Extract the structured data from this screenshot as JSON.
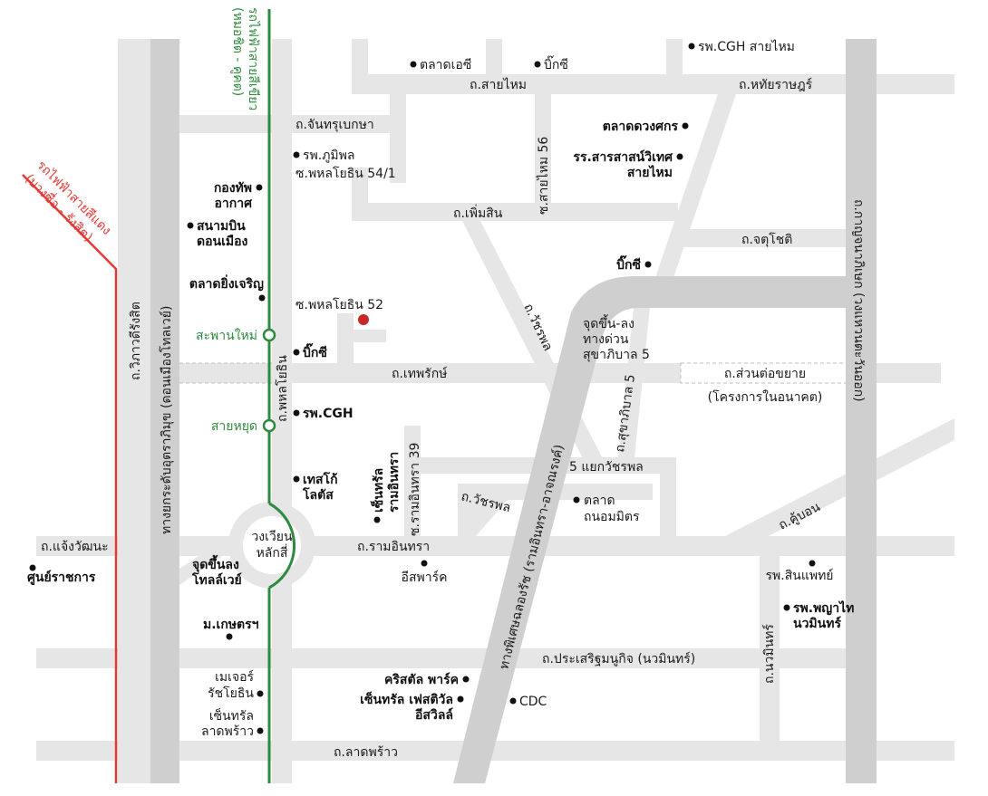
{
  "colors": {
    "road": "#e6e6e6",
    "expressway": "#cfcfcf",
    "green_line": "#2e8b3e",
    "red_line": "#e53935",
    "destination": "#c62828"
  },
  "transit": {
    "green_line_label": "รถไฟฟ้าสายสีเขียว",
    "green_line_sub": "(หมอชิต - คูคต)",
    "red_line_label": "รถไฟฟ้าสายสีแดง",
    "red_line_sub": "(บางซื่อ - รังสิต)",
    "station_saphan_mai": "สะพานใหม่",
    "station_sai_yut": "สายหยุด"
  },
  "roads": {
    "sai_mai": "ถ.สายไหม",
    "hathai_rat": "ถ.หทัยราษฎร์",
    "chan_subeksa": "ถ.จันทรุเบกษา",
    "phaholyothin_54_1": "ซ.พหลโยธิน 54/1",
    "phoem_sin": "ถ.เพิ่มสิน",
    "soi_sai_mai_56": "ซ.สายไหม 56",
    "chatuchot": "ถ.จตุโชติ",
    "phaholyothin_52": "ซ.พหลโยธิน 52",
    "watcharaphon": "ถ.วัชรพล",
    "phaholyothin": "ถ.พหลโยธิน",
    "thep_rak": "ถ.เทพรักษ์",
    "extension": "ถ.ส่วนต่อขยาย",
    "extension_sub": "(โครงการในอนาคต)",
    "vibhavadi": "ถ.วิภาวดีรังสิต",
    "don_mueang_tollway": "ทางยกระดับอุตราภิมุข (ดอนเมืองโทลเวย์)",
    "kanchanaphisek": "ถ.กาญจนาภิเษก (วงแหวนตะวันออก)",
    "sukhaphiban_5": "ถ.สุขาภิบาล 5",
    "exp_ramp": "จุดขึ้น-ลง",
    "exp_ramp_2": "ทางด่วน",
    "exp_ramp_3": "สุขาภิบาล 5",
    "yaek_watcharaphon": "5 แยกวัชรพล",
    "watcharaphon_2": "ถ.วัชรพล",
    "ram_inthra_39": "ซ.รามอินทรา 39",
    "expressway": "ทางพิเศษฉลองรัช (รามอินทรา-อาจณรงค์)",
    "ku_bon": "ถ.คู้บอน",
    "ram_inthra": "ถ.รามอินทรา",
    "chaeng_watthana": "ถ.แจ้งวัฒนะ",
    "circle_1": "วงเวียน",
    "circle_2": "หลักสี่",
    "tollway_ramp_1": "จุดขึ้นลง",
    "tollway_ramp_2": "โทลล์เวย์",
    "nawamin": "ถ.นวมินทร์",
    "prasert_manukit": "ถ.ประเสริฐมนูกิจ (นวมินทร์)",
    "lat_phrao": "ถ.ลาดพร้าว"
  },
  "places": {
    "talad_or_sor": "ตลาดเอซี",
    "big_c_1": "บิ๊กซี",
    "cgh_sai_mai": "รพ.CGH สายไหม",
    "talad_duang_sakorn": "ตลาดดวงศกร",
    "school_1": "รร.สารสาสน์วิเทศ",
    "school_2": "สายไหม",
    "bhumibol": "รพ.ภูมิพล",
    "air_force_1": "กองทัพ",
    "air_force_2": "อากาศ",
    "airport_1": "สนามบิน",
    "airport_2": "ดอนเมือง",
    "big_c_2": "บิ๊กซี",
    "talad_ying_charoen": "ตลาดยิ่งเจริญ",
    "big_c_3": "บิ๊กซี",
    "cgh": "รพ.CGH",
    "tesco_1": "เทสโก้",
    "tesco_2": "โลตัส",
    "central_ram_1": "เซ็นทรัล",
    "central_ram_2": "รามอินทรา",
    "talad_1": "ตลาด",
    "talad_2": "ถนอมมิตร",
    "east_park": "อีสพาร์ค",
    "sinphaet": "รพ.สินแพทย์",
    "phyathai_1": "รพ.พญาไท",
    "phyathai_2": "นวมินทร์",
    "govt_1": "ศูนย์ราชการ",
    "kaset": "ม.เกษตรฯ",
    "major_1": "เมเจอร์",
    "major_2": "รัชโยธิน",
    "central_lp_1": "เซ็นทรัล",
    "central_lp_2": "ลาดพร้าว",
    "crystal": "คริสตัล พาร์ค",
    "central_fest_1": "เซ็นทรัล เฟสติวัล",
    "central_fest_2": "อีสวิลล์",
    "cdc": "CDC"
  }
}
